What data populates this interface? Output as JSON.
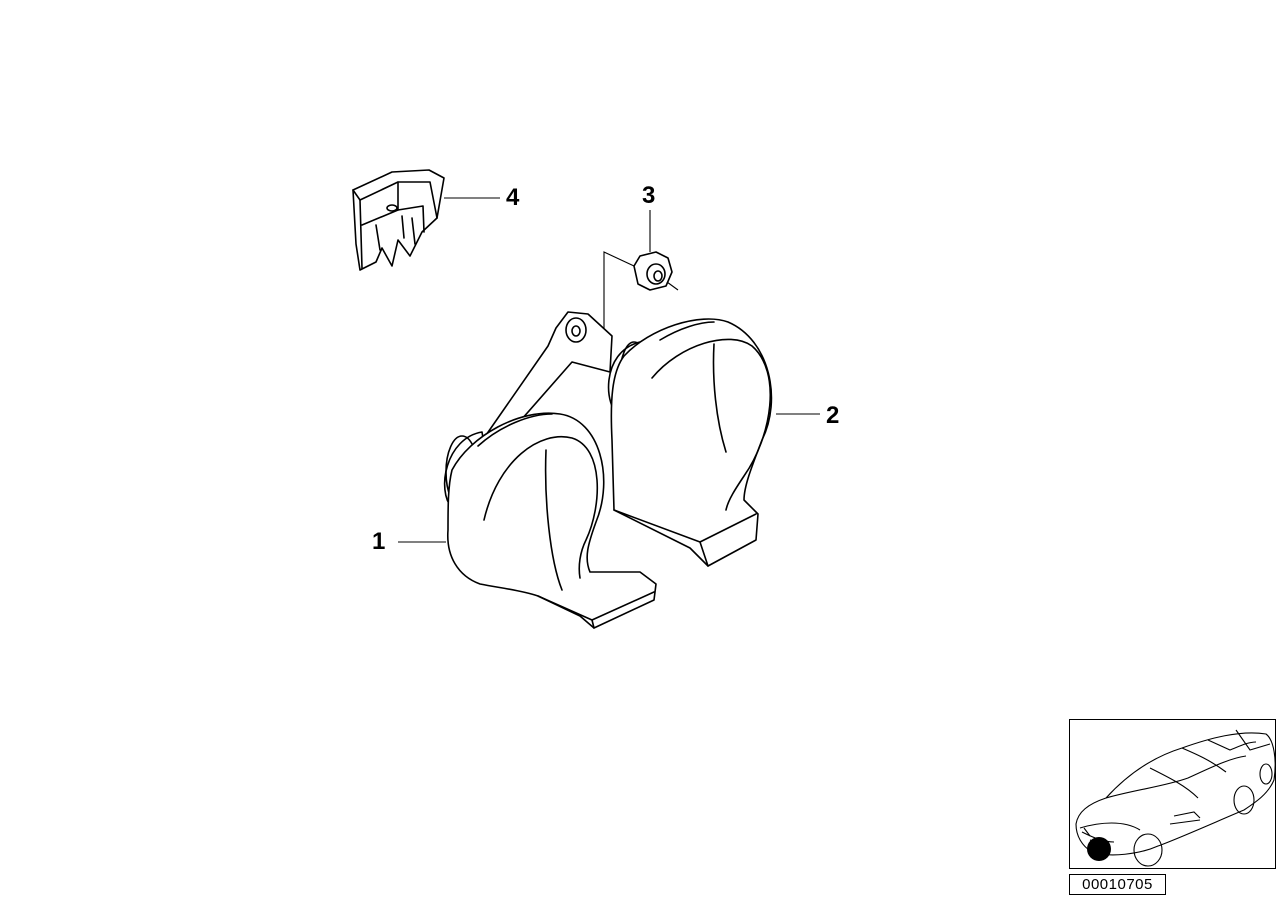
{
  "callouts": {
    "part_1": "1",
    "part_2": "2",
    "part_3": "3",
    "part_4": "4"
  },
  "diagram_number": "00010705",
  "colors": {
    "line": "#000000",
    "background": "#ffffff",
    "locator_dot": "#000000"
  }
}
